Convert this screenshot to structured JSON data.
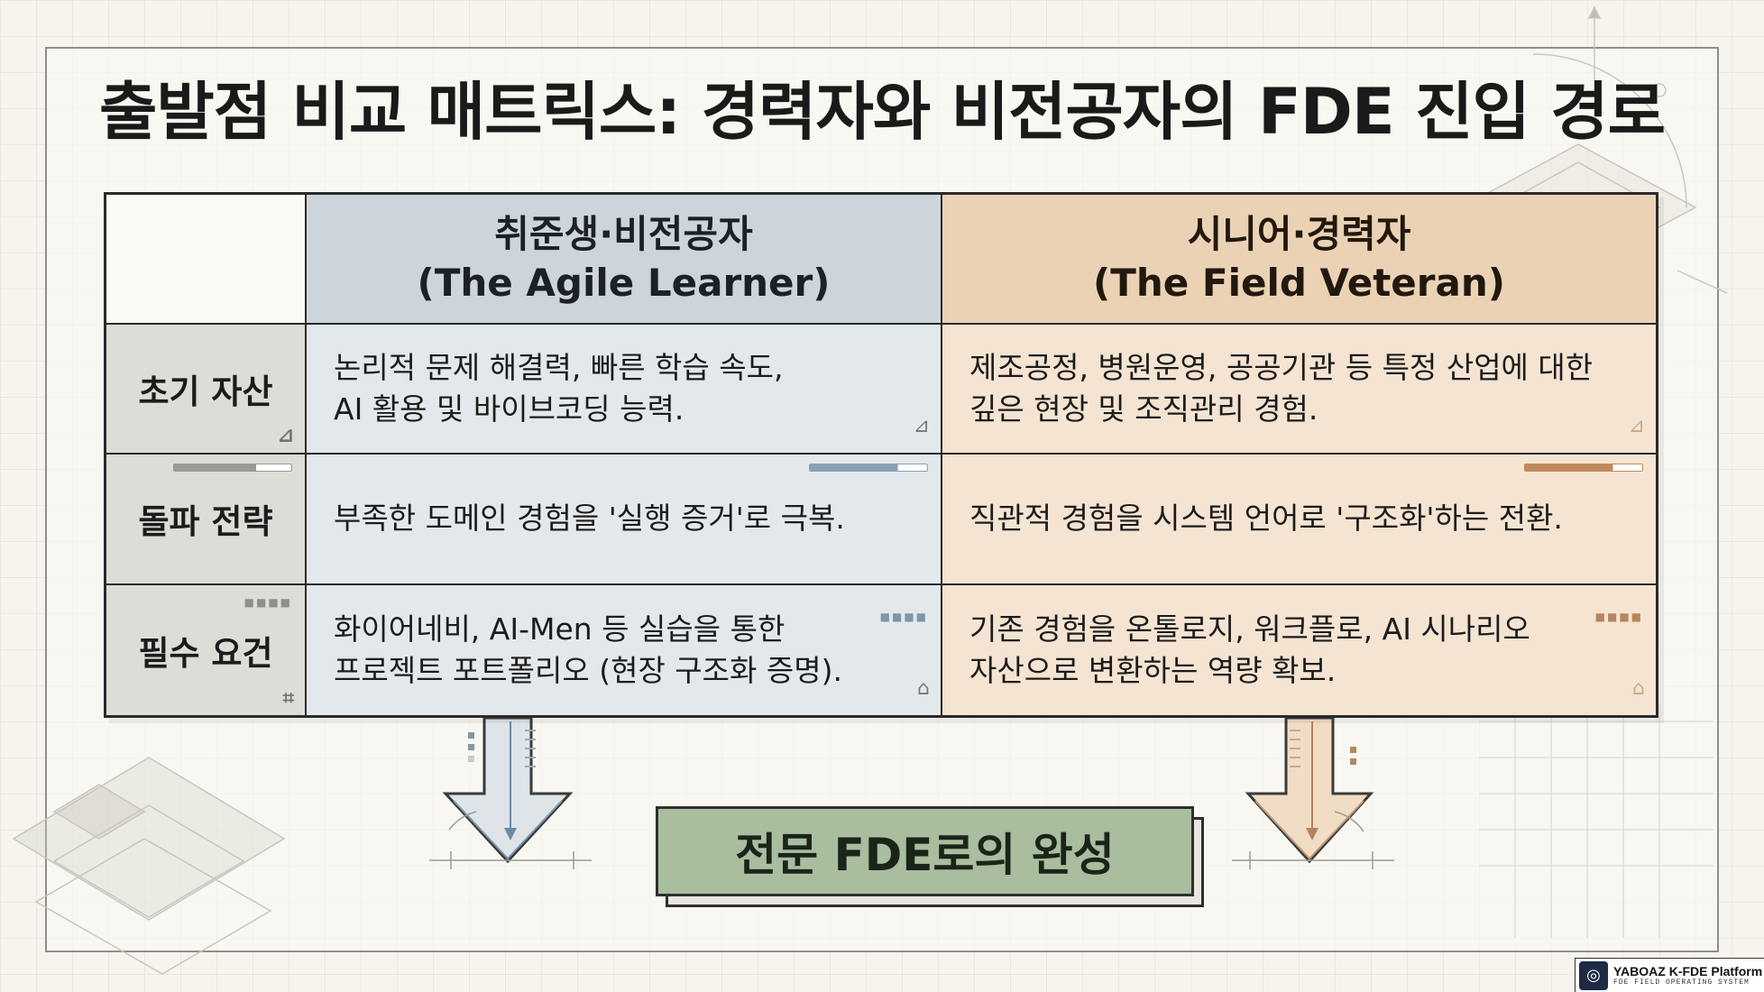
{
  "title": "출발점 비교 매트릭스: 경력자와 비전공자의 FDE 진입 경로",
  "matrix": {
    "columns": [
      {
        "name": "취준생·비전공자",
        "subtitle": "(The Agile Learner)"
      },
      {
        "name": "시니어·경력자",
        "subtitle": "(The Field Veteran)"
      }
    ],
    "rows": [
      {
        "label": "초기 자산",
        "learner": [
          "논리적 문제 해결력, 빠른 학습 속도,",
          "AI 활용 및 바이브코딩 능력."
        ],
        "veteran": [
          "제조공정, 병원운영, 공공기관 등 특정 산업에 대한",
          "깊은 현장 및 조직관리 경험."
        ]
      },
      {
        "label": "돌파 전략",
        "learner": [
          "부족한 도메인 경험을 '실행 증거'로 극복."
        ],
        "veteran": [
          "직관적 경험을 시스템 언어로 '구조화'하는 전환."
        ]
      },
      {
        "label": "필수 요건",
        "learner": [
          "화이어네비, AI-Men 등 실습을 통한",
          "프로젝트 포트폴리오 (현장 구조화 증명)."
        ],
        "veteran": [
          "기존 경험을 온톨로지, 워크플로, AI 시나리오",
          "자산으로 변환하는 역량 확보."
        ]
      }
    ]
  },
  "completion": "전문 FDE로의 완성",
  "badge": {
    "name": "YABOAZ K-FDE Platform",
    "sub": "FDE FIELD OPERATING SYSTEM"
  },
  "colors": {
    "learner_header": "#cdd5dc",
    "learner_cell": "#e3e8ec",
    "veteran_header": "#ecd2b5",
    "veteran_cell": "#f5e4d2",
    "row_label": "#dedcd6",
    "completion": "#a9bd9f"
  }
}
